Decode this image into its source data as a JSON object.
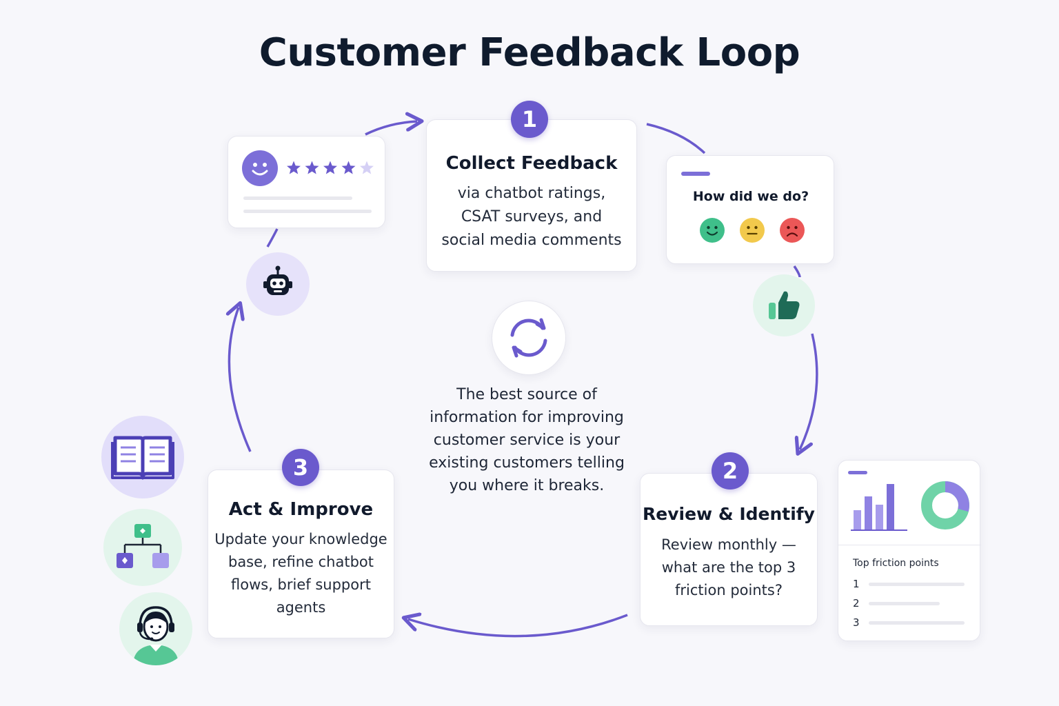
{
  "title": "Customer Feedback Loop",
  "steps": [
    {
      "number": "1",
      "title": "Collect Feedback",
      "lines": [
        "via chatbot ratings,",
        "CSAT surveys, and",
        "social media comments"
      ]
    },
    {
      "number": "2",
      "title": "Review & Identify",
      "lines": [
        "Review monthly —",
        "what are the top 3",
        "friction points?"
      ]
    },
    {
      "number": "3",
      "title": "Act & Improve",
      "lines": [
        "Update your knowledge",
        "base, refine chatbot",
        "flows, brief support",
        "agents"
      ]
    }
  ],
  "center": {
    "icon": "refresh-cycle-icon",
    "lines": [
      "The best source of",
      "information for improving",
      "customer service is your",
      "existing customers telling",
      "you where it breaks."
    ]
  },
  "rating_card": {
    "icon": "smiley-face-icon",
    "stars_filled": 4,
    "stars_total": 5
  },
  "survey_card": {
    "question": "How did we do?",
    "faces": [
      "happy-face-icon",
      "neutral-face-icon",
      "sad-face-icon"
    ]
  },
  "analytics_card": {
    "title": "Top friction points",
    "items": [
      "1",
      "2",
      "3"
    ]
  },
  "icons": [
    "chatbot-icon",
    "thumbs-up-icon",
    "knowledge-book-icon",
    "flowchart-icon",
    "support-agent-icon"
  ],
  "colors": {
    "accent": "#6a5acd",
    "green": "#3fbf8a",
    "yellow": "#f2c94c",
    "red": "#eb5757",
    "dark_green": "#1f6b57"
  }
}
